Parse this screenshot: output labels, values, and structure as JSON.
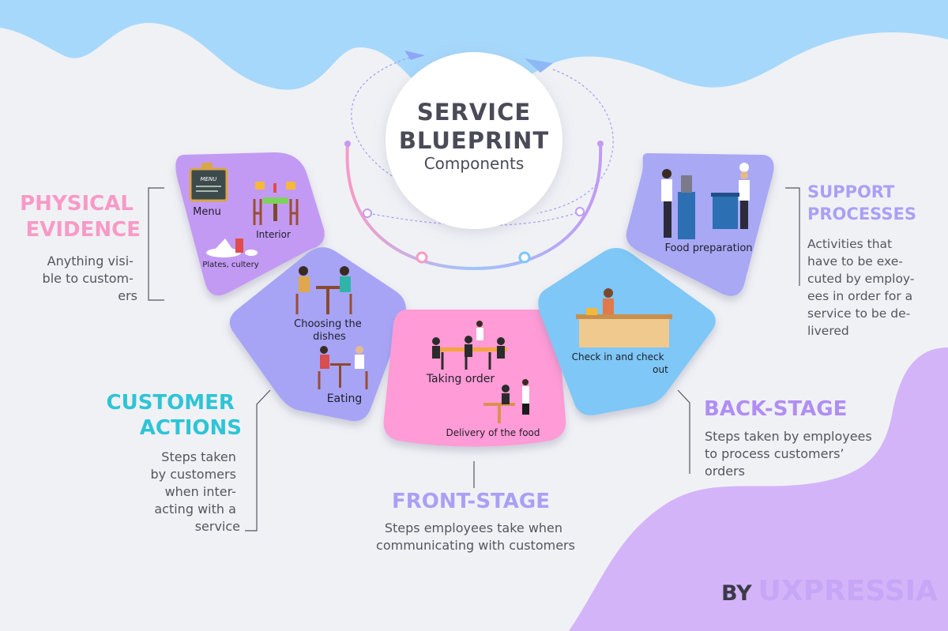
{
  "center": {
    "title_line1": "SERVICE",
    "title_line2": "BLUEPRINT",
    "subtitle": "Components"
  },
  "sections": {
    "physical_evidence": {
      "title_line1": "PHYSICAL",
      "title_line2": "EVIDENCE",
      "desc_lines": [
        "Anything visi-",
        "ble to custom-",
        "ers"
      ],
      "color": "#f79ac6",
      "labels": {
        "menu": "Menu",
        "menu_board": "MENU",
        "interior": "Interior",
        "plates": "Plates, cultery"
      }
    },
    "customer_actions": {
      "title_line1": "CUSTOMER",
      "title_line2": "ACTIONS",
      "desc_lines": [
        "Steps taken",
        "by customers",
        "when inter-",
        "acting with a",
        "service"
      ],
      "color": "#2ec4d6",
      "labels": {
        "choosing_1": "Choosing the",
        "choosing_2": "dishes",
        "eating": "Eating"
      }
    },
    "front_stage": {
      "title": "FRONT-STAGE",
      "desc_lines": [
        "Steps employees take when",
        "communicating with customers"
      ],
      "color": "#a9a0f5",
      "labels": {
        "taking_order": "Taking order",
        "delivery": "Delivery of the food"
      }
    },
    "back_stage": {
      "title": "BACK-STAGE",
      "desc_lines": [
        "Steps taken by employees",
        "to process customers’",
        "orders"
      ],
      "color": "#b08ef2",
      "labels": {
        "checkin_1": "Check in and check",
        "checkin_2": "out"
      }
    },
    "support_processes": {
      "title_line1": "SUPPORT",
      "title_line2": "PROCESSES",
      "desc_lines": [
        "Activities that",
        "have to be exe-",
        "cuted by employ-",
        "ees in order for a",
        "service to be de-",
        "livered"
      ],
      "color": "#a9a0f5",
      "labels": {
        "food_prep": "Food preparation"
      }
    }
  },
  "brand": {
    "by": "BY",
    "name": "UXPRESSIA"
  },
  "colors": {
    "background": "#f0f1f5",
    "sky_blue": "#a6d8fb",
    "lavender": "#d4b4f8",
    "card_purple": "#c39af3",
    "card_indigo": "#a7a4f6",
    "card_pink": "#ff9bd6",
    "card_sky": "#7ec7f6",
    "card_periwinkle": "#a8a8f5"
  }
}
